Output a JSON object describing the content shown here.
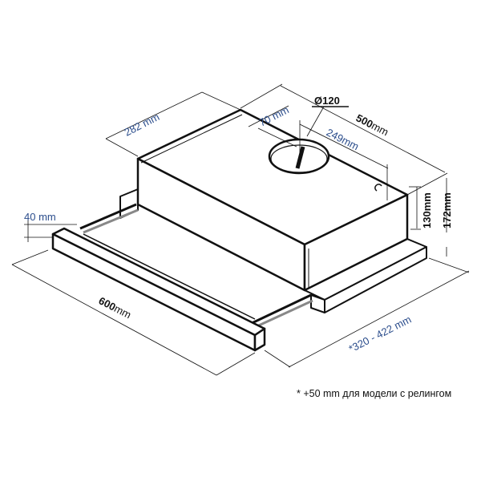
{
  "dimensions": {
    "depth_top": "282 mm",
    "offset": "70 mm",
    "duct_diameter": "Ø120",
    "width_top_value": "500",
    "width_top_unit": "mm",
    "duct_to_edge": "249mm",
    "body_height": "130mm",
    "total_height": "172mm",
    "panel_thickness": "40 mm",
    "width_front_value": "600",
    "width_front_unit": "mm",
    "extension_range": "*320 - 422 mm"
  },
  "footnote": "* +50 mm для модели с релингом",
  "colors": {
    "dim_text": "#2b4d8c",
    "line": "#111111"
  }
}
